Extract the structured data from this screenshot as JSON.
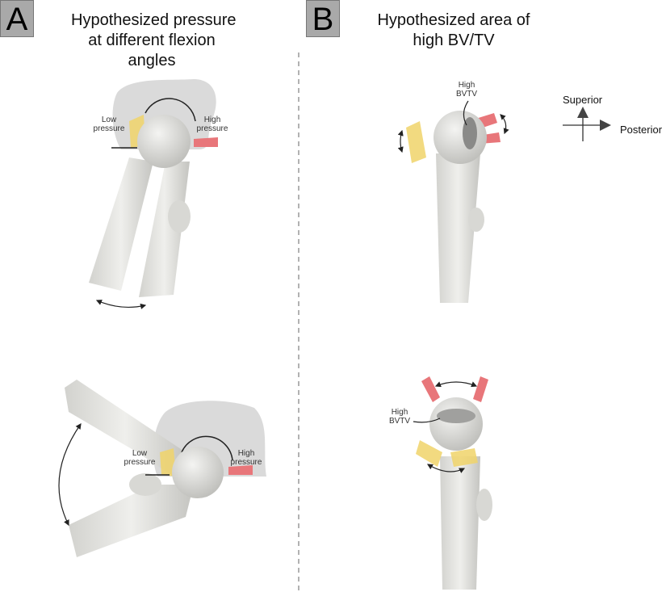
{
  "panels": {
    "a": {
      "letter": "A",
      "title_lines": [
        "Hypothesized pressure",
        "at different flexion",
        "angles"
      ],
      "top": {
        "low_lines": [
          "Low",
          "pressure"
        ],
        "high_lines": [
          "High",
          "pressure"
        ]
      },
      "bottom": {
        "low_lines": [
          "Low",
          "pressure"
        ],
        "high_lines": [
          "High",
          "pressure"
        ]
      }
    },
    "b": {
      "letter": "B",
      "title_lines": [
        "Hypothesized area of",
        "high BV/TV"
      ],
      "top": {
        "bvtv_lines": [
          "High",
          "BVTV"
        ]
      },
      "bottom": {
        "bvtv_lines": [
          "High",
          "BVTV"
        ]
      }
    }
  },
  "compass": {
    "up_label": "Superior",
    "right_label": "Posterior"
  },
  "colors": {
    "low": "#f0d36a",
    "high": "#e8767a",
    "bone": "#e6e6e3",
    "acetabulum": "#d9d9d9",
    "panel_box": "#a9a9a9"
  }
}
